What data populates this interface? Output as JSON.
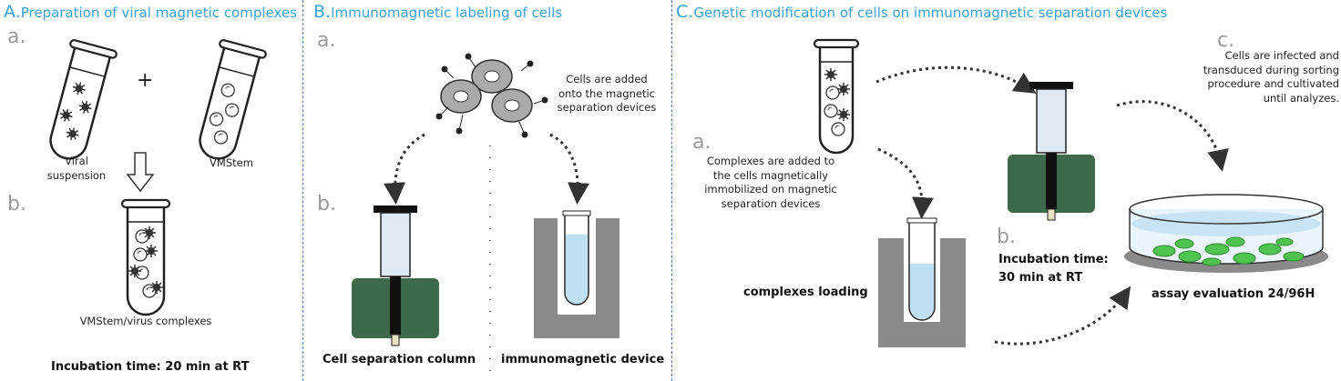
{
  "sections": {
    "a": {
      "letter": "A.",
      "title": "Preparation of viral magnetic complexes",
      "color": "#3aa0d8"
    },
    "b": {
      "letter": "B.",
      "title": "Immunomagnetic labeling of cells",
      "color": "#3aa0d8"
    },
    "c": {
      "letter": "C.",
      "title": "Genetic modification of cells on immunomagnetic separation devices",
      "color": "#3aa0d8"
    }
  },
  "panelA": {
    "step_a": "a.",
    "step_b": "b.",
    "plus": "+",
    "viral_label": "Viral\nsuspension",
    "vmstem_label": "VMStem",
    "complex_label": "VMStem/virus complexes",
    "incubation": "Incubation time: 20 min at RT"
  },
  "panelB": {
    "step_a": "a.",
    "step_b": "b.",
    "cells_added": "Cells are added\nonto the magnetic\nseparation devices",
    "column_label": "Cell separation column",
    "device_label": "immunomagnetic device"
  },
  "panelC": {
    "step_a": "a.",
    "step_b": "b.",
    "step_c": "c.",
    "complexes_added": "Complexes are added to\nthe cells magnetically\nimmobilized on magnetic\nseparation devices",
    "complexes_loading": "complexes loading",
    "incubation": "Incubation time:\n30 min at RT",
    "infected": "Cells are infected and\ntransduced during sorting\nprocedure and cultivated\nuntil analyzes.",
    "assay": "assay evaluation 24/96H"
  },
  "colors": {
    "magnet": "#3d6a4a",
    "device_gray": "#8a8a8a",
    "liquid": "#bfe0f2",
    "cell_green": "#4fc24f",
    "divider": "#5a7fb0",
    "step_gray": "#9a9a9a"
  }
}
